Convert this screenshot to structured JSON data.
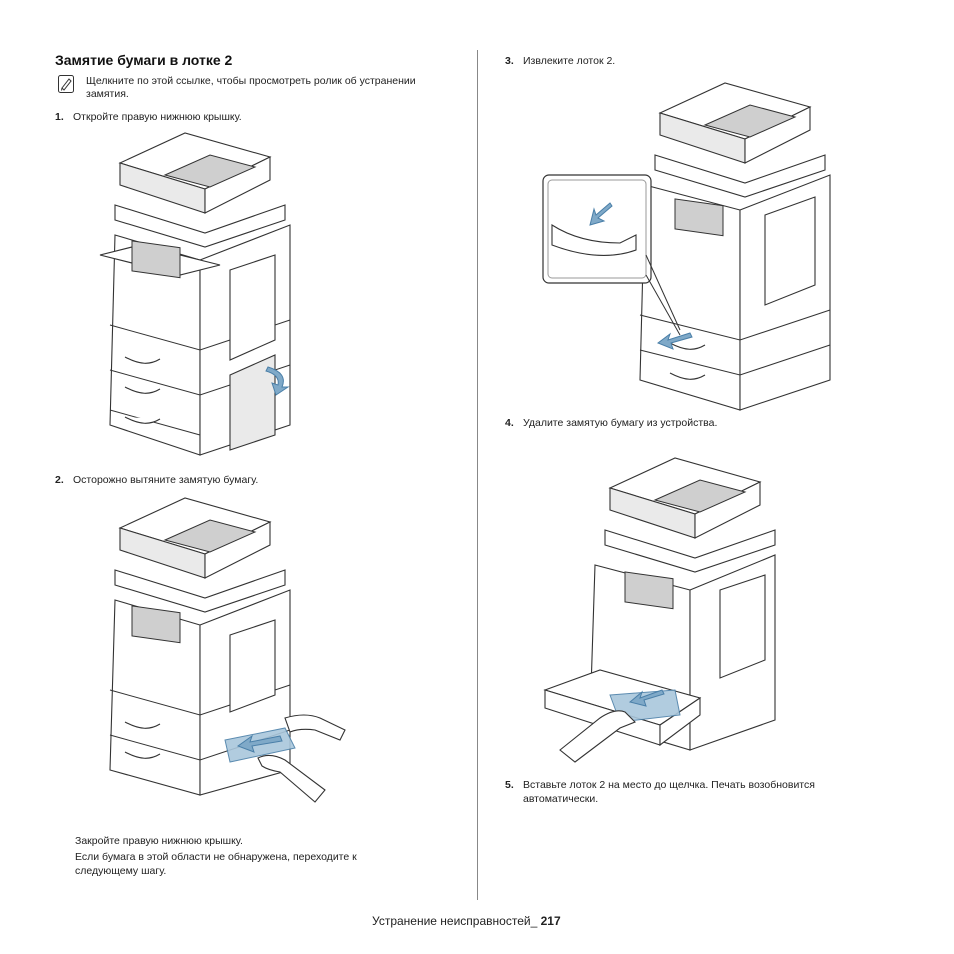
{
  "section_title": "Замятие бумаги в лотке 2",
  "note": {
    "icon": "video-note-icon",
    "text": "Щелкните по этой ссылке, чтобы просмотреть ролик об устранении замятия."
  },
  "steps": [
    {
      "num": "1.",
      "text": "Откройте правую нижнюю крышку."
    },
    {
      "num": "2.",
      "text": "Осторожно вытяните замятую бумагу."
    },
    {
      "num": "3.",
      "text": "Извлеките лоток 2."
    },
    {
      "num": "4.",
      "text": "Удалите замятую бумагу из устройства."
    },
    {
      "num": "5.",
      "text": "Вставьте лоток 2 на место до щелчка. Печать возобновится автоматически."
    }
  ],
  "after_step2": [
    "Закройте правую нижнюю крышку.",
    "Если бумага в этой области не обнаружена, переходите к следующему шагу."
  ],
  "footer": {
    "label": "Устранение неисправностей_",
    "page": "217"
  },
  "colors": {
    "arrow": "#7fa9c8",
    "text": "#222222",
    "divider": "#888888"
  }
}
